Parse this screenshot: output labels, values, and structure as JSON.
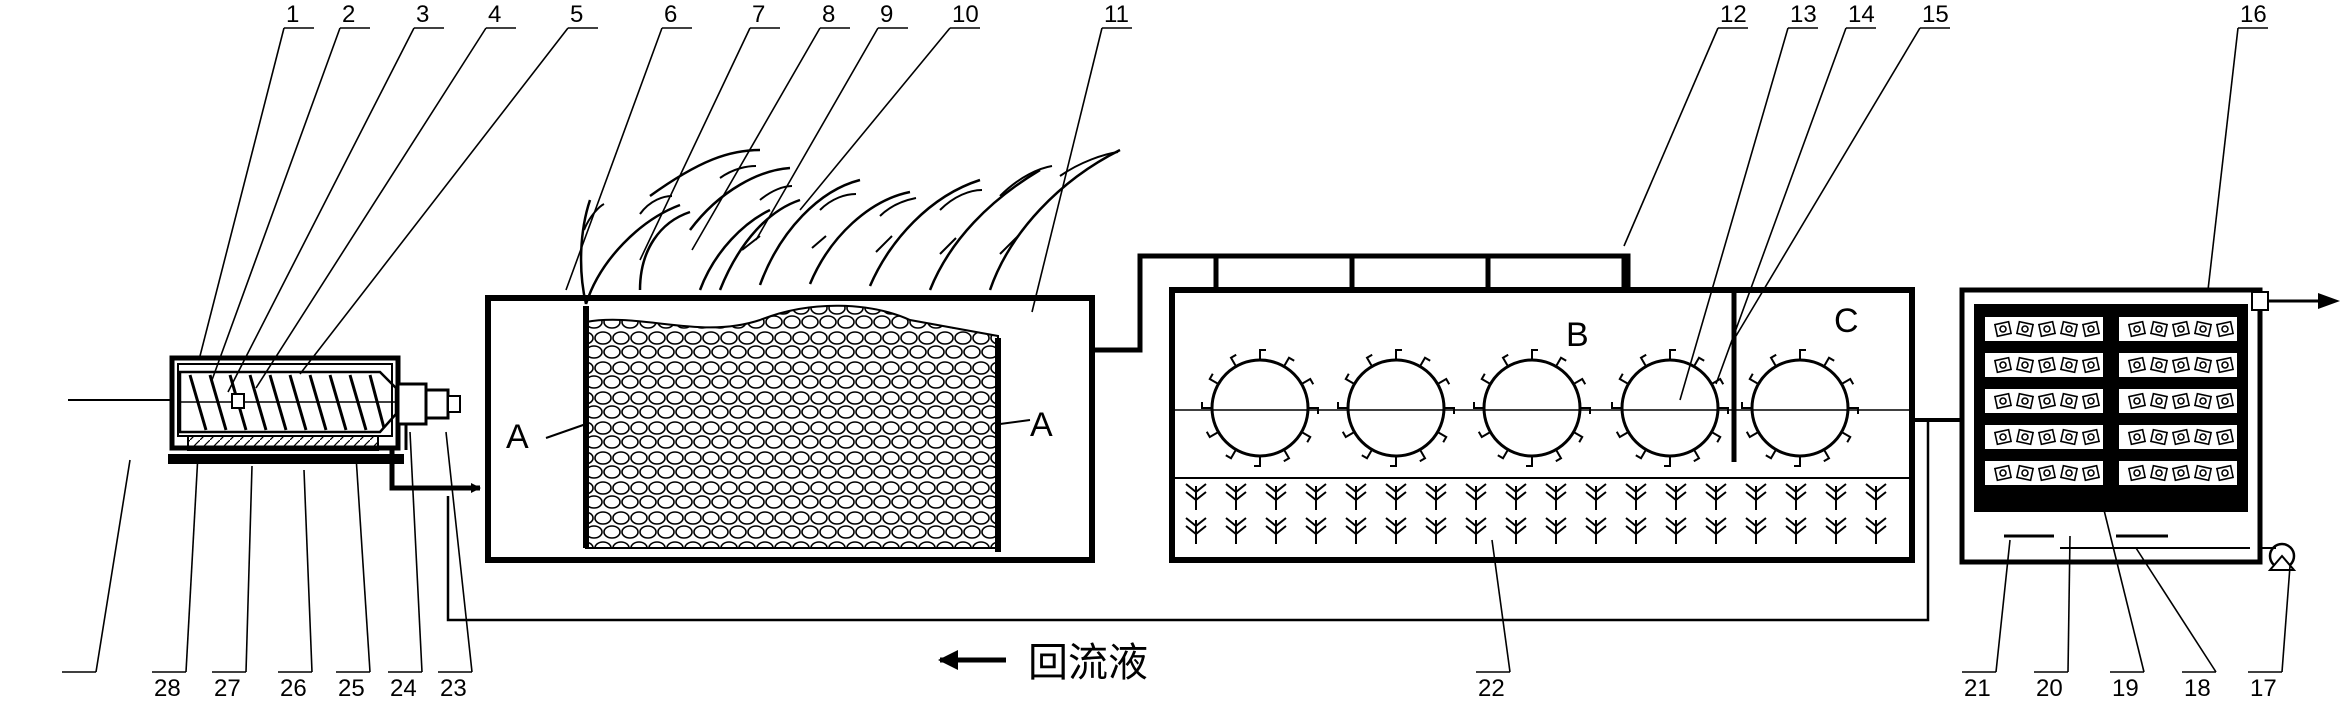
{
  "callouts": [
    "1",
    "2",
    "3",
    "4",
    "5",
    "6",
    "7",
    "8",
    "9",
    "10",
    "11",
    "12",
    "13",
    "14",
    "15",
    "16",
    "17",
    "18",
    "19",
    "20",
    "21",
    "22",
    "23",
    "24",
    "25",
    "26",
    "27",
    "28"
  ],
  "zone_labels": {
    "a_left": "A",
    "a_right": "A",
    "b": "B",
    "c": "C"
  },
  "legend": {
    "reflux_label": "回流液"
  }
}
